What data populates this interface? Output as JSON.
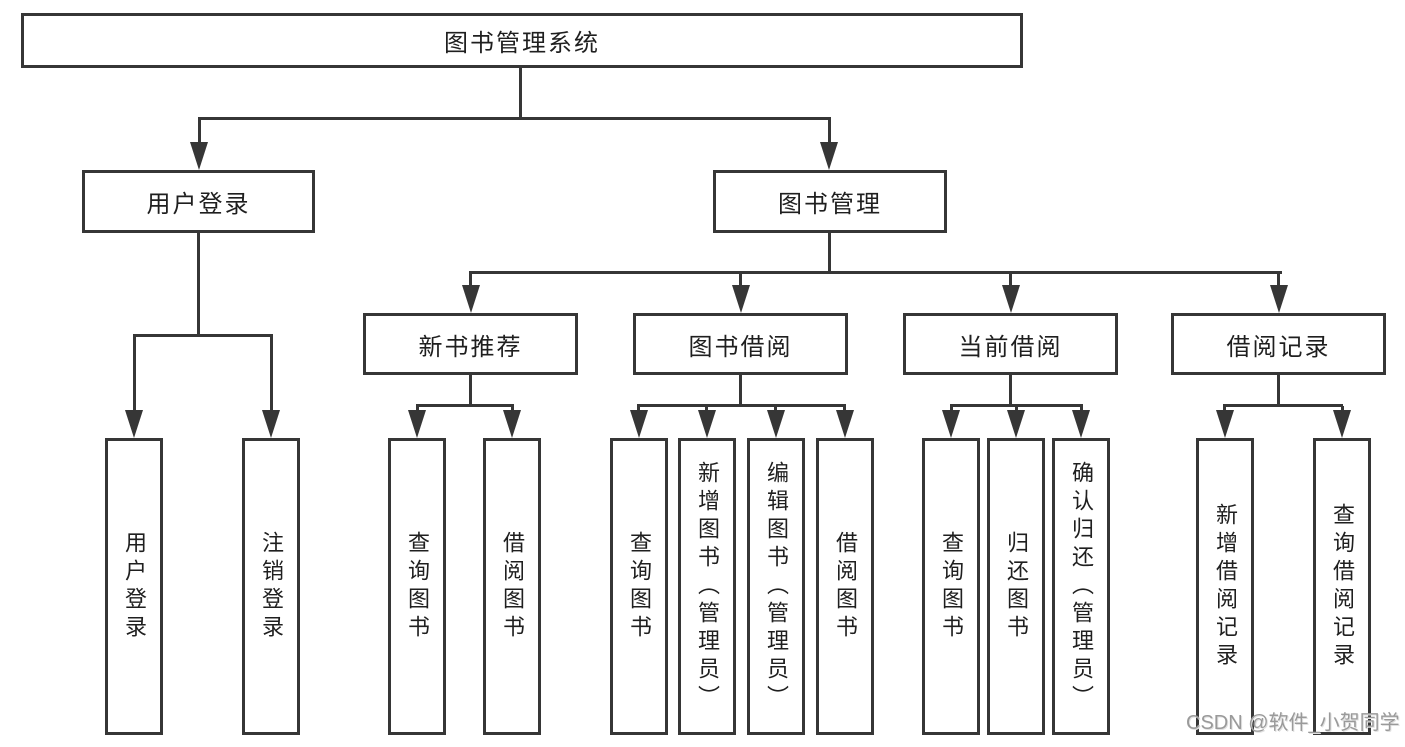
{
  "diagram": {
    "root": "图书管理系统",
    "level2": [
      "用户登录",
      "图书管理"
    ],
    "level3": [
      "新书推荐",
      "图书借阅",
      "当前借阅",
      "借阅记录"
    ],
    "leaves": [
      "用户登录",
      "注销登录",
      "查询图书",
      "借阅图书",
      "查询图书",
      "新增图书（管理员）",
      "编辑图书（管理员）",
      "借阅图书",
      "查询图书",
      "归还图书",
      "确认归还（管理员）",
      "新增借阅记录",
      "查询借阅记录"
    ]
  },
  "watermark": "CSDN @软件_小贺同学",
  "colors": {
    "line": "#363636",
    "text": "#1f1f1f",
    "watermark": "#9a9a9a",
    "background": "#ffffff"
  }
}
